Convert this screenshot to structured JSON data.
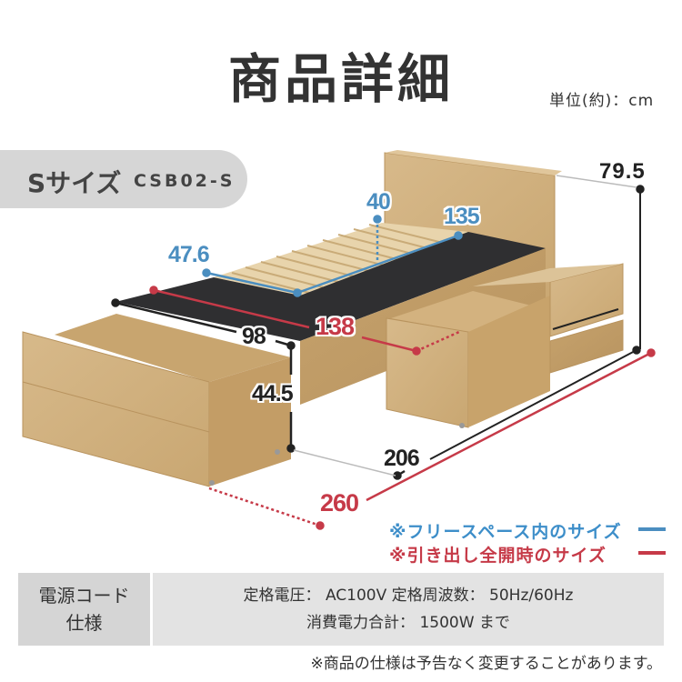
{
  "header": {
    "title": "商品詳細",
    "unit": "単位(約)：cm"
  },
  "size_badge": {
    "name": "Sサイズ",
    "code": "CSB02-S"
  },
  "dimensions": {
    "free_space": {
      "width": "47.6",
      "height": "40",
      "length": "135"
    },
    "drawer_open": {
      "width": "138",
      "length": "260"
    },
    "bed": {
      "width": "98",
      "height": "44.5",
      "length": "206",
      "headboard_height": "79.5"
    }
  },
  "legend": {
    "free_space_label": "※フリースペース内のサイズ",
    "drawer_open_label": "※引き出し全開時のサイズ",
    "free_space_color": "#4b8ec0",
    "drawer_open_color": "#c63a48"
  },
  "spec_table": {
    "label_line1": "電源コード",
    "label_line2": "仕様",
    "value_line1": "定格電圧： AC100V  定格周波数： 50Hz/60Hz",
    "value_line2": "消費電力合計： 1500W まで"
  },
  "footnote": "※商品の仕様は予告なく変更することがあります。"
}
